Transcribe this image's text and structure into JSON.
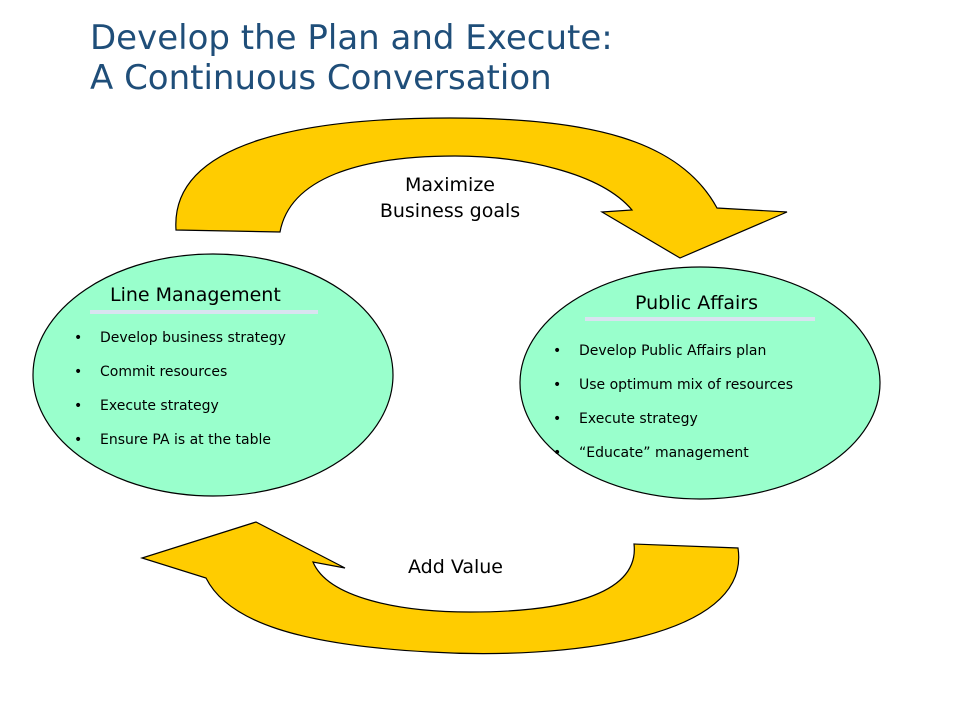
{
  "title": {
    "line1": "Develop the Plan and Execute:",
    "line2": "A Continuous Conversation"
  },
  "top_arrow": {
    "label_line1": "Maximize",
    "label_line2": "Business goals"
  },
  "bottom_arrow": {
    "label": "Add Value"
  },
  "line_management": {
    "title": "Line Management",
    "items": [
      "Develop business strategy",
      "Commit resources",
      "Execute strategy",
      "Ensure PA is at the table"
    ]
  },
  "public_affairs": {
    "title": "Public Affairs",
    "items": [
      "Develop Public Affairs plan",
      "Use optimum mix of resources",
      "Execute strategy",
      "“Educate” management"
    ]
  },
  "colors": {
    "title": "#1f4e79",
    "arrow_fill": "#ffcc00",
    "ellipse_fill": "#99ffcc",
    "underline": "#d9e3f0"
  }
}
